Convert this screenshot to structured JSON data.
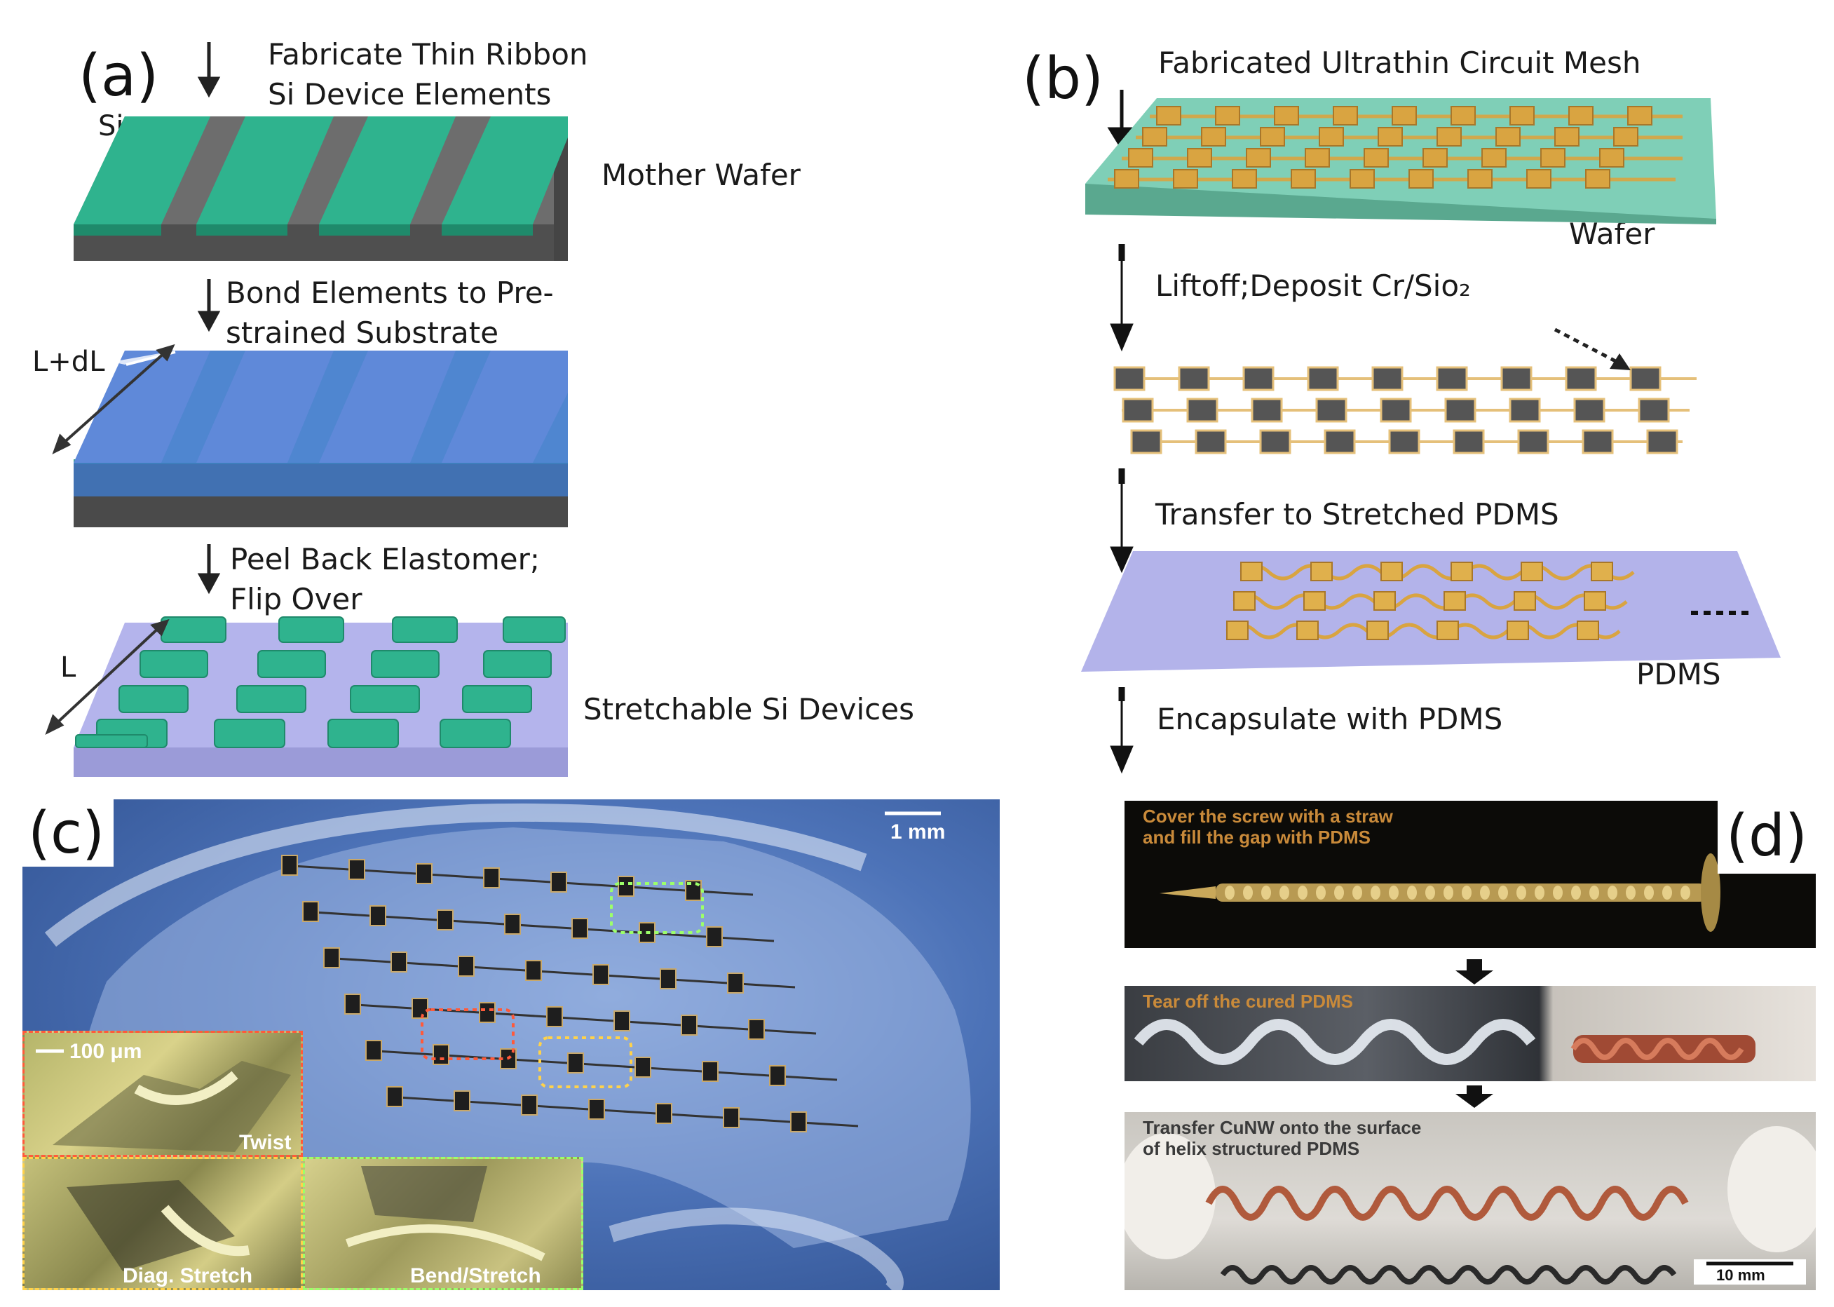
{
  "panel_a": {
    "letter": "(a)",
    "step1_line1": "Fabricate Thin Ribbon",
    "step1_line2": "Si Device Elements",
    "si_label": "Si",
    "mother_wafer": "Mother Wafer",
    "step2_line1": "Bond Elements to Pre-",
    "step2_line2": "strained Substrate",
    "ldl_label": "L+dL",
    "step3_line1": "Peel Back Elastomer;",
    "step3_line2": "Flip Over",
    "l_label": "L",
    "result_label": "Stretchable Si Devices"
  },
  "panel_b": {
    "letter": "(b)",
    "title": "Fabricated Ultrathin Circuit Mesh",
    "wafer_label": "Wafer",
    "step2": "Liftoff;Deposit Cr/Sio₂",
    "step3": "Transfer to Stretched PDMS",
    "pdms_label": "PDMS",
    "step4": "Encapsulate with PDMS"
  },
  "panel_c": {
    "letter": "(c)",
    "scale_bar": "1 mm",
    "inset_scale": "100 μm",
    "twist_label": "Twist",
    "diag_label": "Diag. Stretch",
    "bend_label": "Bend/Stretch"
  },
  "panel_d": {
    "letter": "(d)",
    "photo1_line1": "Cover the screw with a straw",
    "photo1_line2": "and fill the gap with PDMS",
    "photo2_label": "Tear off the cured PDMS",
    "photo3_line1": "Transfer CuNW onto the surface",
    "photo3_line2": "of helix structured PDMS",
    "scale_bar": "10 mm"
  },
  "colors": {
    "si_green": "#2fb38e",
    "wafer_gray": "#5b5b5b",
    "elastomer_blue": "#5b8fd6",
    "pdms_lavender": "#b3b3ea",
    "gold": "#d9a441",
    "wafer_teal": "#7fcfb7"
  }
}
